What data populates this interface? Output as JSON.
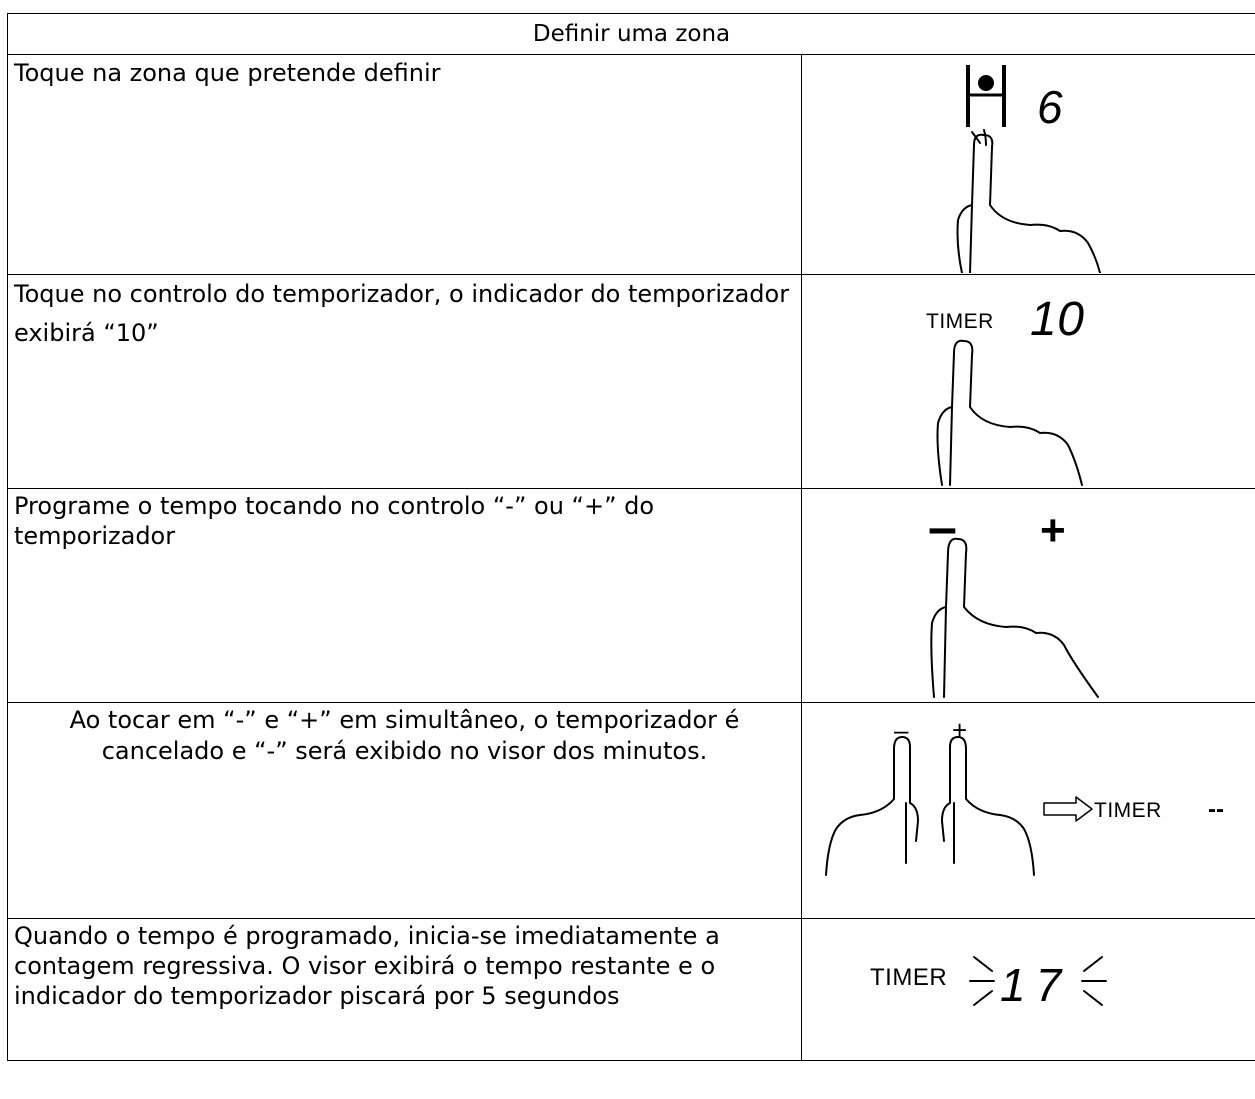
{
  "header": {
    "title": "Definir uma zona"
  },
  "rows": [
    {
      "text": "Toque na zona que pretende definir",
      "display_digit": "6"
    },
    {
      "text": "Toque no controlo do temporizador, o indicador do temporizador exibirá “10”",
      "timer_label": "TIMER",
      "display_value": "10"
    },
    {
      "text": "Programe o tempo tocando no controlo “-” ou “+” do temporizador",
      "minus_symbol": "–",
      "plus_symbol": "+"
    },
    {
      "text": "Ao tocar em “-” e “+” em simultâneo, o temporizador é cancelado e “-” será exibido no visor dos minutos.",
      "minus_symbol": "–",
      "plus_symbol": "+",
      "timer_label": "TIMER",
      "display_value": "--"
    },
    {
      "text": "Quando o tempo é programado, inicia-se imediatamente a contagem regressiva. O visor exibirá o tempo restante e o indicador do temporizador piscará por 5 segundos",
      "timer_label": "TIMER",
      "display_value": "17"
    }
  ]
}
